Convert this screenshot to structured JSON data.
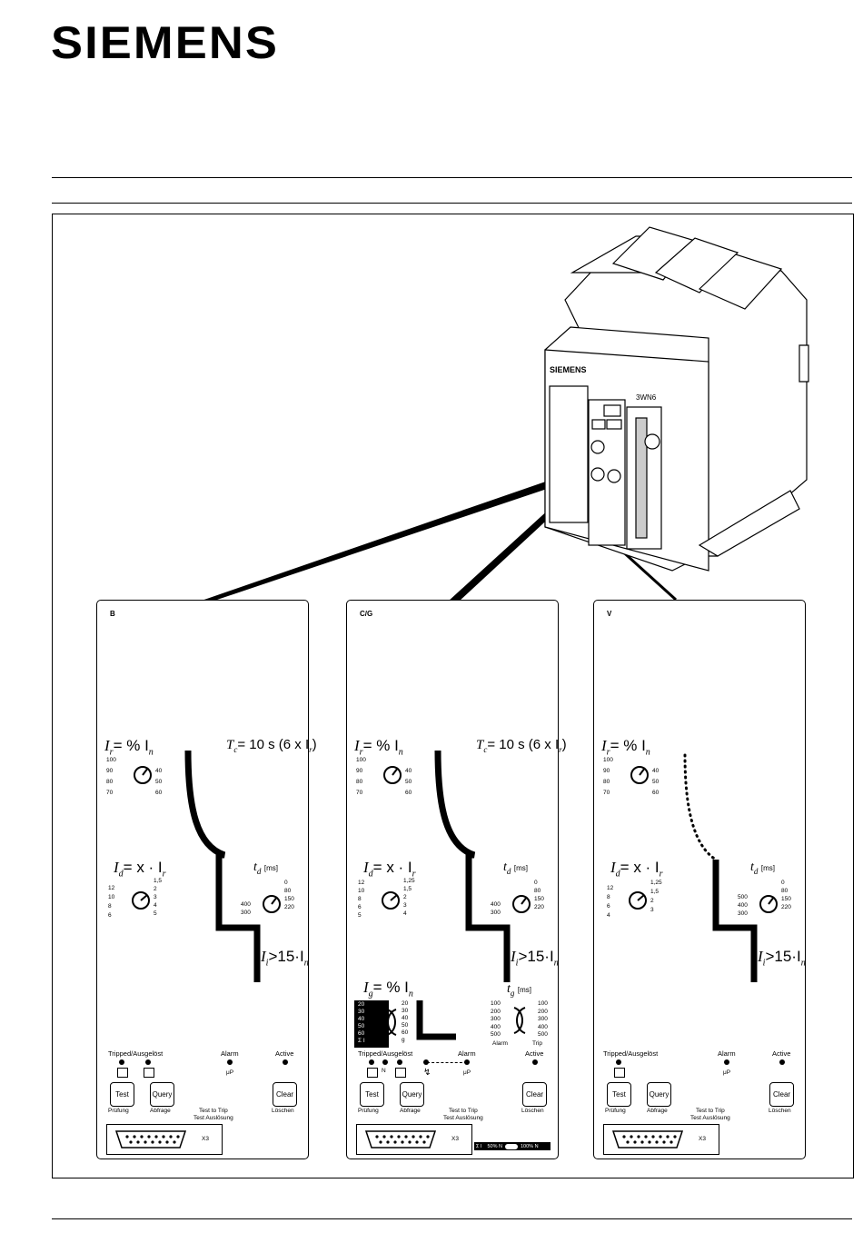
{
  "header": {
    "logo": "SIEMENS"
  },
  "breaker": {
    "brand": "SIEMENS",
    "model": "3WN6"
  },
  "panels": [
    {
      "title": "B",
      "ir_label": "I",
      "ir_sub": "r",
      "ir_rest": "= % I",
      "ir_sub2": "n",
      "ir_left": [
        "100",
        "90",
        "80",
        "70"
      ],
      "ir_right": [
        "40",
        "50",
        "60"
      ],
      "tc_label": "T",
      "tc_sub": "c",
      "tc_rest": "= 10 s (6 x I",
      "tc_sub2": "r",
      "tc_end": ")",
      "id_label": "I",
      "id_sub": "d",
      "id_rest": "= x · I",
      "id_sub2": "r",
      "id_left": [
        "12",
        "10",
        "8",
        "6"
      ],
      "id_right": [
        "1,5",
        "2",
        "3",
        "4",
        "5"
      ],
      "td_label": "t",
      "td_sub": "d",
      "td_unit": "[ms]",
      "td_left": [
        "400",
        "300"
      ],
      "td_right": [
        "0",
        "80",
        "150",
        "220"
      ],
      "ii_label": "I",
      "ii_sub": "i",
      "ii_rest": ">15·I",
      "ii_sub2": "n",
      "tripped": "Tripped/Ausgelöst",
      "alarm": "Alarm",
      "active": "Active",
      "mu": "μP",
      "test": "Test",
      "query": "Query",
      "clear": "Clear",
      "pruefung": "Prüfung",
      "abfrage": "Abfrage",
      "loeschen": "Löschen",
      "test_trip": "Test to Trip",
      "test_ausl": "Test Auslösung",
      "x3": "X3"
    },
    {
      "title": "C/G",
      "ir_label": "I",
      "ir_sub": "r",
      "ir_rest": "= % I",
      "ir_sub2": "n",
      "ir_left": [
        "100",
        "90",
        "80",
        "70"
      ],
      "ir_right": [
        "40",
        "50",
        "60"
      ],
      "tc_label": "T",
      "tc_sub": "c",
      "tc_rest": "= 10 s (6 x I",
      "tc_sub2": "r",
      "tc_end": ")",
      "id_label": "I",
      "id_sub": "d",
      "id_rest": "= x · I",
      "id_sub2": "r",
      "id_left": [
        "12",
        "10",
        "8",
        "6",
        "5"
      ],
      "id_right": [
        "1,25",
        "1,5",
        "2",
        "3",
        "4"
      ],
      "td_label": "t",
      "td_sub": "d",
      "td_unit": "[ms]",
      "td_left": [
        "400",
        "300"
      ],
      "td_right": [
        "0",
        "80",
        "150",
        "220"
      ],
      "ii_label": "I",
      "ii_sub": "i",
      "ii_rest": ">15·I",
      "ii_sub2": "n",
      "ig_label": "I",
      "ig_sub": "g",
      "ig_rest": "= % I",
      "ig_sub2": "n",
      "ig_left": [
        "20",
        "30",
        "40",
        "50",
        "60"
      ],
      "ig_right": [
        "20",
        "30",
        "40",
        "50",
        "60"
      ],
      "ig_sigma": "Σ I",
      "ig_g": "g",
      "tg_label": "t",
      "tg_sub": "g",
      "tg_unit": "[ms]",
      "tg_left": [
        "100",
        "200",
        "300",
        "400",
        "500"
      ],
      "tg_right": [
        "100",
        "200",
        "300",
        "400",
        "500"
      ],
      "tg_alarm": "Alarm",
      "tg_trip": "Trip",
      "tripped": "Tripped/Ausgelöst",
      "alarm": "Alarm",
      "active": "Active",
      "mu": "μP",
      "n": "N",
      "test": "Test",
      "query": "Query",
      "clear": "Clear",
      "pruefung": "Prüfung",
      "abfrage": "Abfrage",
      "loeschen": "Löschen",
      "test_trip": "Test to Trip",
      "test_ausl": "Test Auslösung",
      "x3": "X3",
      "bar_sigma": "Σ I",
      "bar_50": "50% N",
      "bar_100": "100% N"
    },
    {
      "title": "V",
      "ir_label": "I",
      "ir_sub": "r",
      "ir_rest": "= % I",
      "ir_sub2": "n",
      "ir_left": [
        "100",
        "90",
        "80",
        "70"
      ],
      "ir_right": [
        "40",
        "50",
        "60"
      ],
      "id_label": "I",
      "id_sub": "d",
      "id_rest": "= x · I",
      "id_sub2": "r",
      "id_left": [
        "12",
        "8",
        "6",
        "4"
      ],
      "id_right": [
        "1,25",
        "1,5",
        "2",
        "3"
      ],
      "td_label": "t",
      "td_sub": "d",
      "td_unit": "[ms]",
      "td_left": [
        "500",
        "400",
        "300"
      ],
      "td_right": [
        "0",
        "80",
        "150",
        "220"
      ],
      "ii_label": "I",
      "ii_sub": "i",
      "ii_rest": ">15·I",
      "ii_sub2": "n",
      "tripped": "Tripped/Ausgelöst",
      "alarm": "Alarm",
      "active": "Active",
      "mu": "μP",
      "test": "Test",
      "query": "Query",
      "clear": "Clear",
      "pruefung": "Prüfung",
      "abfrage": "Abfrage",
      "loeschen": "Löschen",
      "test_trip": "Test to Trip",
      "test_ausl": "Test Auslösung",
      "x3": "X3"
    }
  ]
}
